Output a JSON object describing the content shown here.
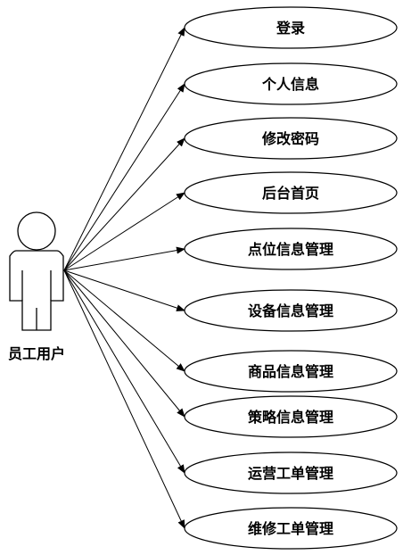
{
  "actor": {
    "label": "员工用户",
    "icon": "stick-figure-person"
  },
  "use_cases": [
    {
      "label": "登录"
    },
    {
      "label": "个人信息"
    },
    {
      "label": "修改密码"
    },
    {
      "label": "后台首页"
    },
    {
      "label": "点位信息管理"
    },
    {
      "label": "设备信息管理"
    },
    {
      "label": "商品信息管理"
    },
    {
      "label": "策略信息管理"
    },
    {
      "label": "运营工单管理"
    },
    {
      "label": "维修工单管理"
    }
  ],
  "colors": {
    "stroke": "#000000",
    "fill": "#ffffff"
  }
}
